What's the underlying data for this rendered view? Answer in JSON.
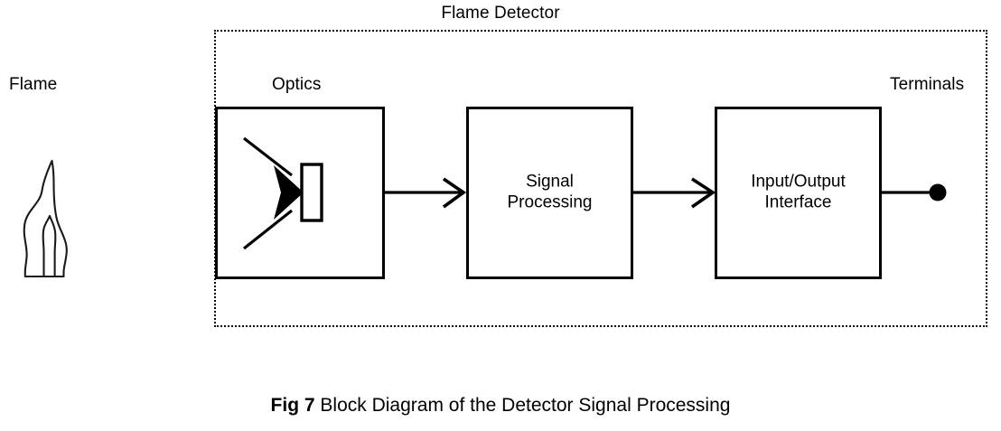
{
  "figure": {
    "enclosure_title": "Flame Detector",
    "caption_label": "Fig 7",
    "caption_text": "Block Diagram of the Detector Signal Processing"
  },
  "labels": {
    "flame": "Flame",
    "optics": "Optics",
    "terminals": "Terminals"
  },
  "blocks": [
    {
      "id": "optics",
      "label": ""
    },
    {
      "id": "signal_processing",
      "label": "Signal\nProcessing",
      "line1": "Signal",
      "line2": "Processing"
    },
    {
      "id": "io_interface",
      "label": "Input/Output\nInterface",
      "line1": "Input/Output",
      "line2": "Interface"
    }
  ],
  "icons": {
    "flame": "flame-icon",
    "sensor": "sensor-element-icon",
    "terminal": "terminal-dot-icon",
    "signal_arrow_1": "arrow-right-icon",
    "signal_arrow_2": "arrow-right-icon",
    "radiation_ray_upper": "incoming-ray-arrow-icon",
    "radiation_ray_lower": "incoming-ray-arrow-icon"
  },
  "colors": {
    "stroke": "#000000",
    "background": "#ffffff"
  }
}
